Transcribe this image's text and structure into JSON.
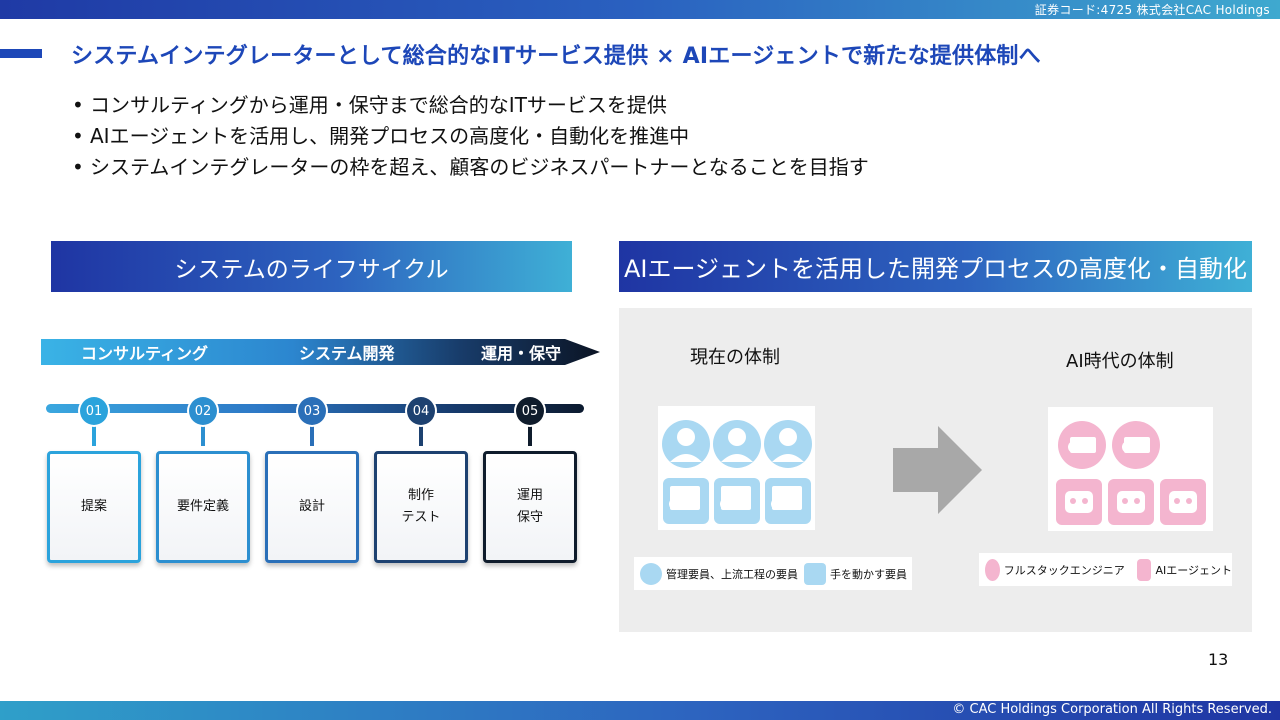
{
  "header": {
    "corp_text": "証券コード:4725 株式会社CAC Holdings"
  },
  "title": "システムインテグレーターとして総合的なITサービス提供 × AIエージェントで新たな提供体制へ",
  "bullets": [
    "コンサルティングから運用・保守まで総合的なITサービスを提供",
    "AIエージェントを活用し、開発プロセスの高度化・自動化を推進中",
    "システムインテグレーターの枠を超え、顧客のビジネスパートナーとなることを目指す"
  ],
  "lifecycle": {
    "header": "システムのライフサイクル",
    "phases": [
      "コンサルティング",
      "システム開発",
      "運用・保守"
    ],
    "steps": [
      {
        "num": "01",
        "line1": "提案",
        "line2": ""
      },
      {
        "num": "02",
        "line1": "要件定義",
        "line2": ""
      },
      {
        "num": "03",
        "line1": "設計",
        "line2": ""
      },
      {
        "num": "04",
        "line1": "制作",
        "line2": "テスト"
      },
      {
        "num": "05",
        "line1": "運用",
        "line2": "保守"
      }
    ],
    "step_colors": [
      "#2ba3dc",
      "#2c8fd0",
      "#2a6fb8",
      "#1d4170",
      "#0f1c2c"
    ]
  },
  "ai_section": {
    "header": "AIエージェントを活用した開発プロセスの高度化・自動化",
    "current_label": "現在の体制",
    "future_label": "AI時代の体制",
    "current_legend": [
      "管理要員、上流工程の要員",
      "手を動かす要員"
    ],
    "future_legend": [
      "フルスタックエンジニア",
      "AIエージェント"
    ],
    "current_color": "#a9d8f2",
    "future_color": "#f4b5cf"
  },
  "page_number": "13",
  "footer": {
    "copyright": "© CAC Holdings Corporation All Rights Reserved."
  }
}
